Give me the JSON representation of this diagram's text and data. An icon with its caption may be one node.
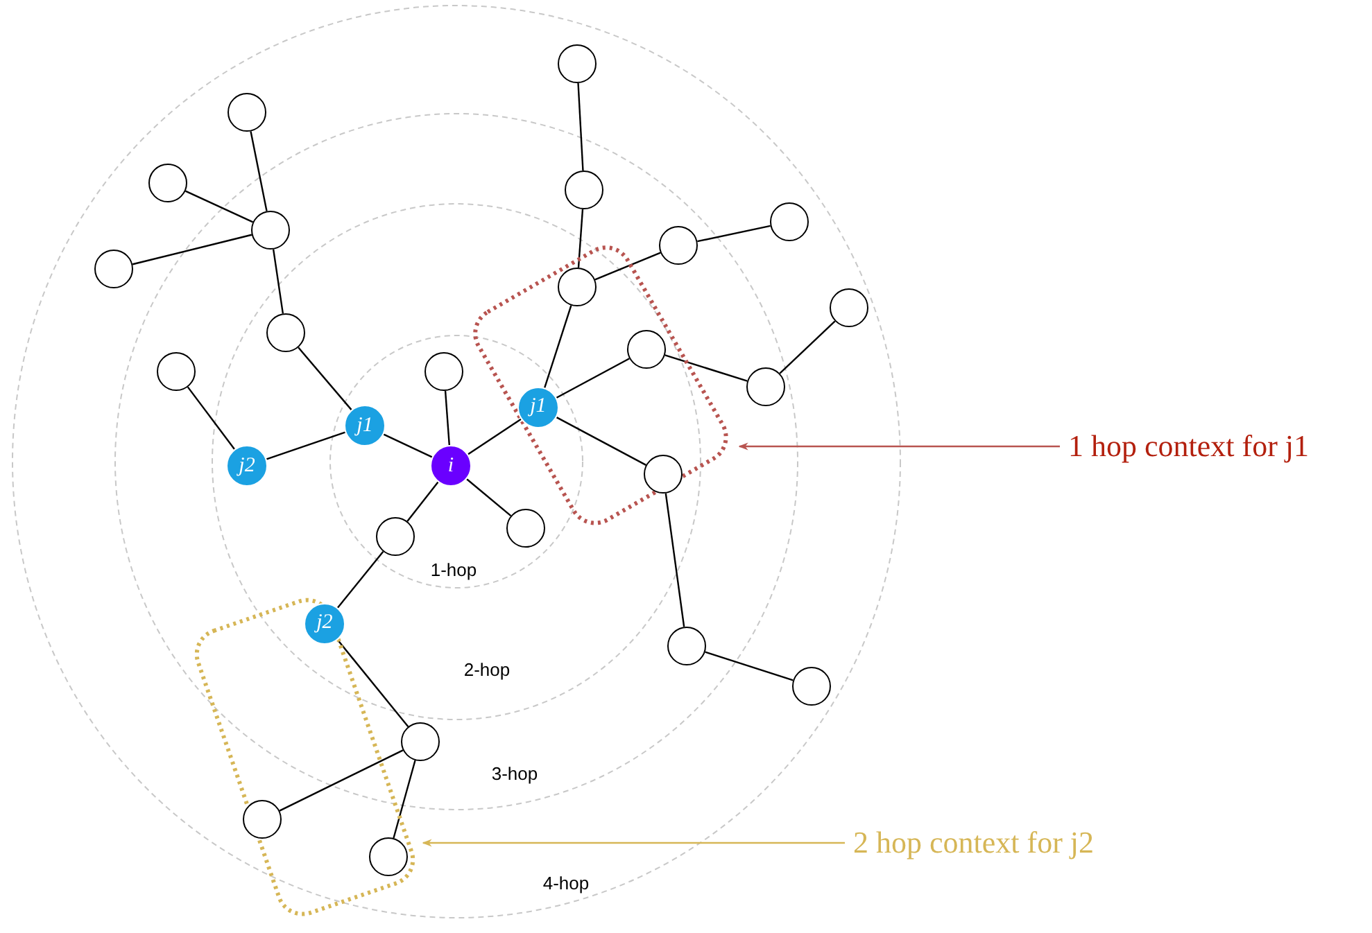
{
  "diagram": {
    "nodes": [
      {
        "text": [
          "i"
        ]
      },
      {
        "text": [
          "j1"
        ]
      },
      {
        "text": [
          "j2"
        ]
      },
      {
        "text": [
          "j1"
        ],
        "in": 28
      },
      {
        "text": [
          "j2"
        ],
        "in": 30
      },
      {
        "text": [],
        "shape": "circle"
      },
      {
        "text": [],
        "shape": "circle"
      },
      {
        "text": [],
        "shape": "circle"
      },
      {
        "text": [],
        "shape": "circle"
      },
      {
        "text": [],
        "shape": "circle"
      },
      {
        "text": [],
        "shape": "circle"
      },
      {
        "text": [],
        "shape": "circle"
      },
      {
        "text": [],
        "shape": "circle"
      },
      {
        "text": [],
        "shape": "circle"
      },
      {
        "text": [],
        "shape": "circle",
        "in": 28
      },
      {
        "text": [],
        "shape": "circle"
      },
      {
        "text": [],
        "shape": "circle"
      },
      {
        "text": [],
        "shape": "circle"
      },
      {
        "text": [],
        "shape": "circle"
      },
      {
        "text": [],
        "shape": "circle",
        "in": 28
      },
      {
        "text": [],
        "shape": "circle"
      },
      {
        "text": [],
        "shape": "circle"
      },
      {
        "text": [],
        "shape": "circle",
        "in": 28
      },
      {
        "text": [],
        "shape": "circle"
      },
      {
        "text": [],
        "shape": "circle"
      },
      {
        "text": [],
        "shape": "circle"
      },
      {
        "text": [],
        "shape": "circle",
        "in": 30
      },
      {
        "text": [],
        "shape": "circle",
        "in": 30
      },
      {
        "text": [],
        "shape": "box"
      },
      {
        "text": [
          "1 hop context for j1"
        ]
      },
      {
        "text": [],
        "shape": "box"
      },
      {
        "text": [
          "2 hop context for j2"
        ]
      }
    ],
    "edges": [
      {
        "from": 0,
        "to": 1,
        "arrow": "none"
      },
      {
        "from": 1,
        "to": 2,
        "arrow": "none"
      },
      {
        "from": 0,
        "to": 3,
        "arrow": "none"
      },
      {
        "from": 0,
        "to": 5,
        "arrow": "none"
      },
      {
        "from": 0,
        "to": 6,
        "arrow": "none"
      },
      {
        "from": 0,
        "to": 7,
        "arrow": "none"
      },
      {
        "from": 7,
        "to": 4,
        "arrow": "none"
      },
      {
        "from": 1,
        "to": 8,
        "arrow": "none"
      },
      {
        "from": 8,
        "to": 9,
        "arrow": "none"
      },
      {
        "from": 9,
        "to": 10,
        "arrow": "none"
      },
      {
        "from": 9,
        "to": 11,
        "arrow": "none"
      },
      {
        "from": 9,
        "to": 12,
        "arrow": "none"
      },
      {
        "from": 2,
        "to": 13,
        "arrow": "none"
      },
      {
        "from": 3,
        "to": 14,
        "arrow": "none"
      },
      {
        "from": 14,
        "to": 15,
        "arrow": "none"
      },
      {
        "from": 15,
        "to": 16,
        "arrow": "none"
      },
      {
        "from": 14,
        "to": 17,
        "arrow": "none"
      },
      {
        "from": 17,
        "to": 18,
        "arrow": "none"
      },
      {
        "from": 3,
        "to": 19,
        "arrow": "none"
      },
      {
        "from": 19,
        "to": 20,
        "arrow": "none"
      },
      {
        "from": 20,
        "to": 21,
        "arrow": "none"
      },
      {
        "from": 3,
        "to": 22,
        "arrow": "none"
      },
      {
        "from": 22,
        "to": 23,
        "arrow": "none"
      },
      {
        "from": 23,
        "to": 24,
        "arrow": "none"
      },
      {
        "from": 4,
        "to": 25,
        "arrow": "none"
      },
      {
        "from": 25,
        "to": 26,
        "arrow": "none"
      },
      {
        "from": 25,
        "to": 27,
        "arrow": "none"
      },
      {
        "from": 29,
        "to": 28,
        "arrow": "to",
        "color": "#b85450"
      },
      {
        "from": 31,
        "to": 30,
        "arrow": "to",
        "color": "#d6b656"
      }
    ],
    "labels": [
      "1-hop",
      "2-hop",
      "3-hop",
      "4-hop"
    ]
  }
}
